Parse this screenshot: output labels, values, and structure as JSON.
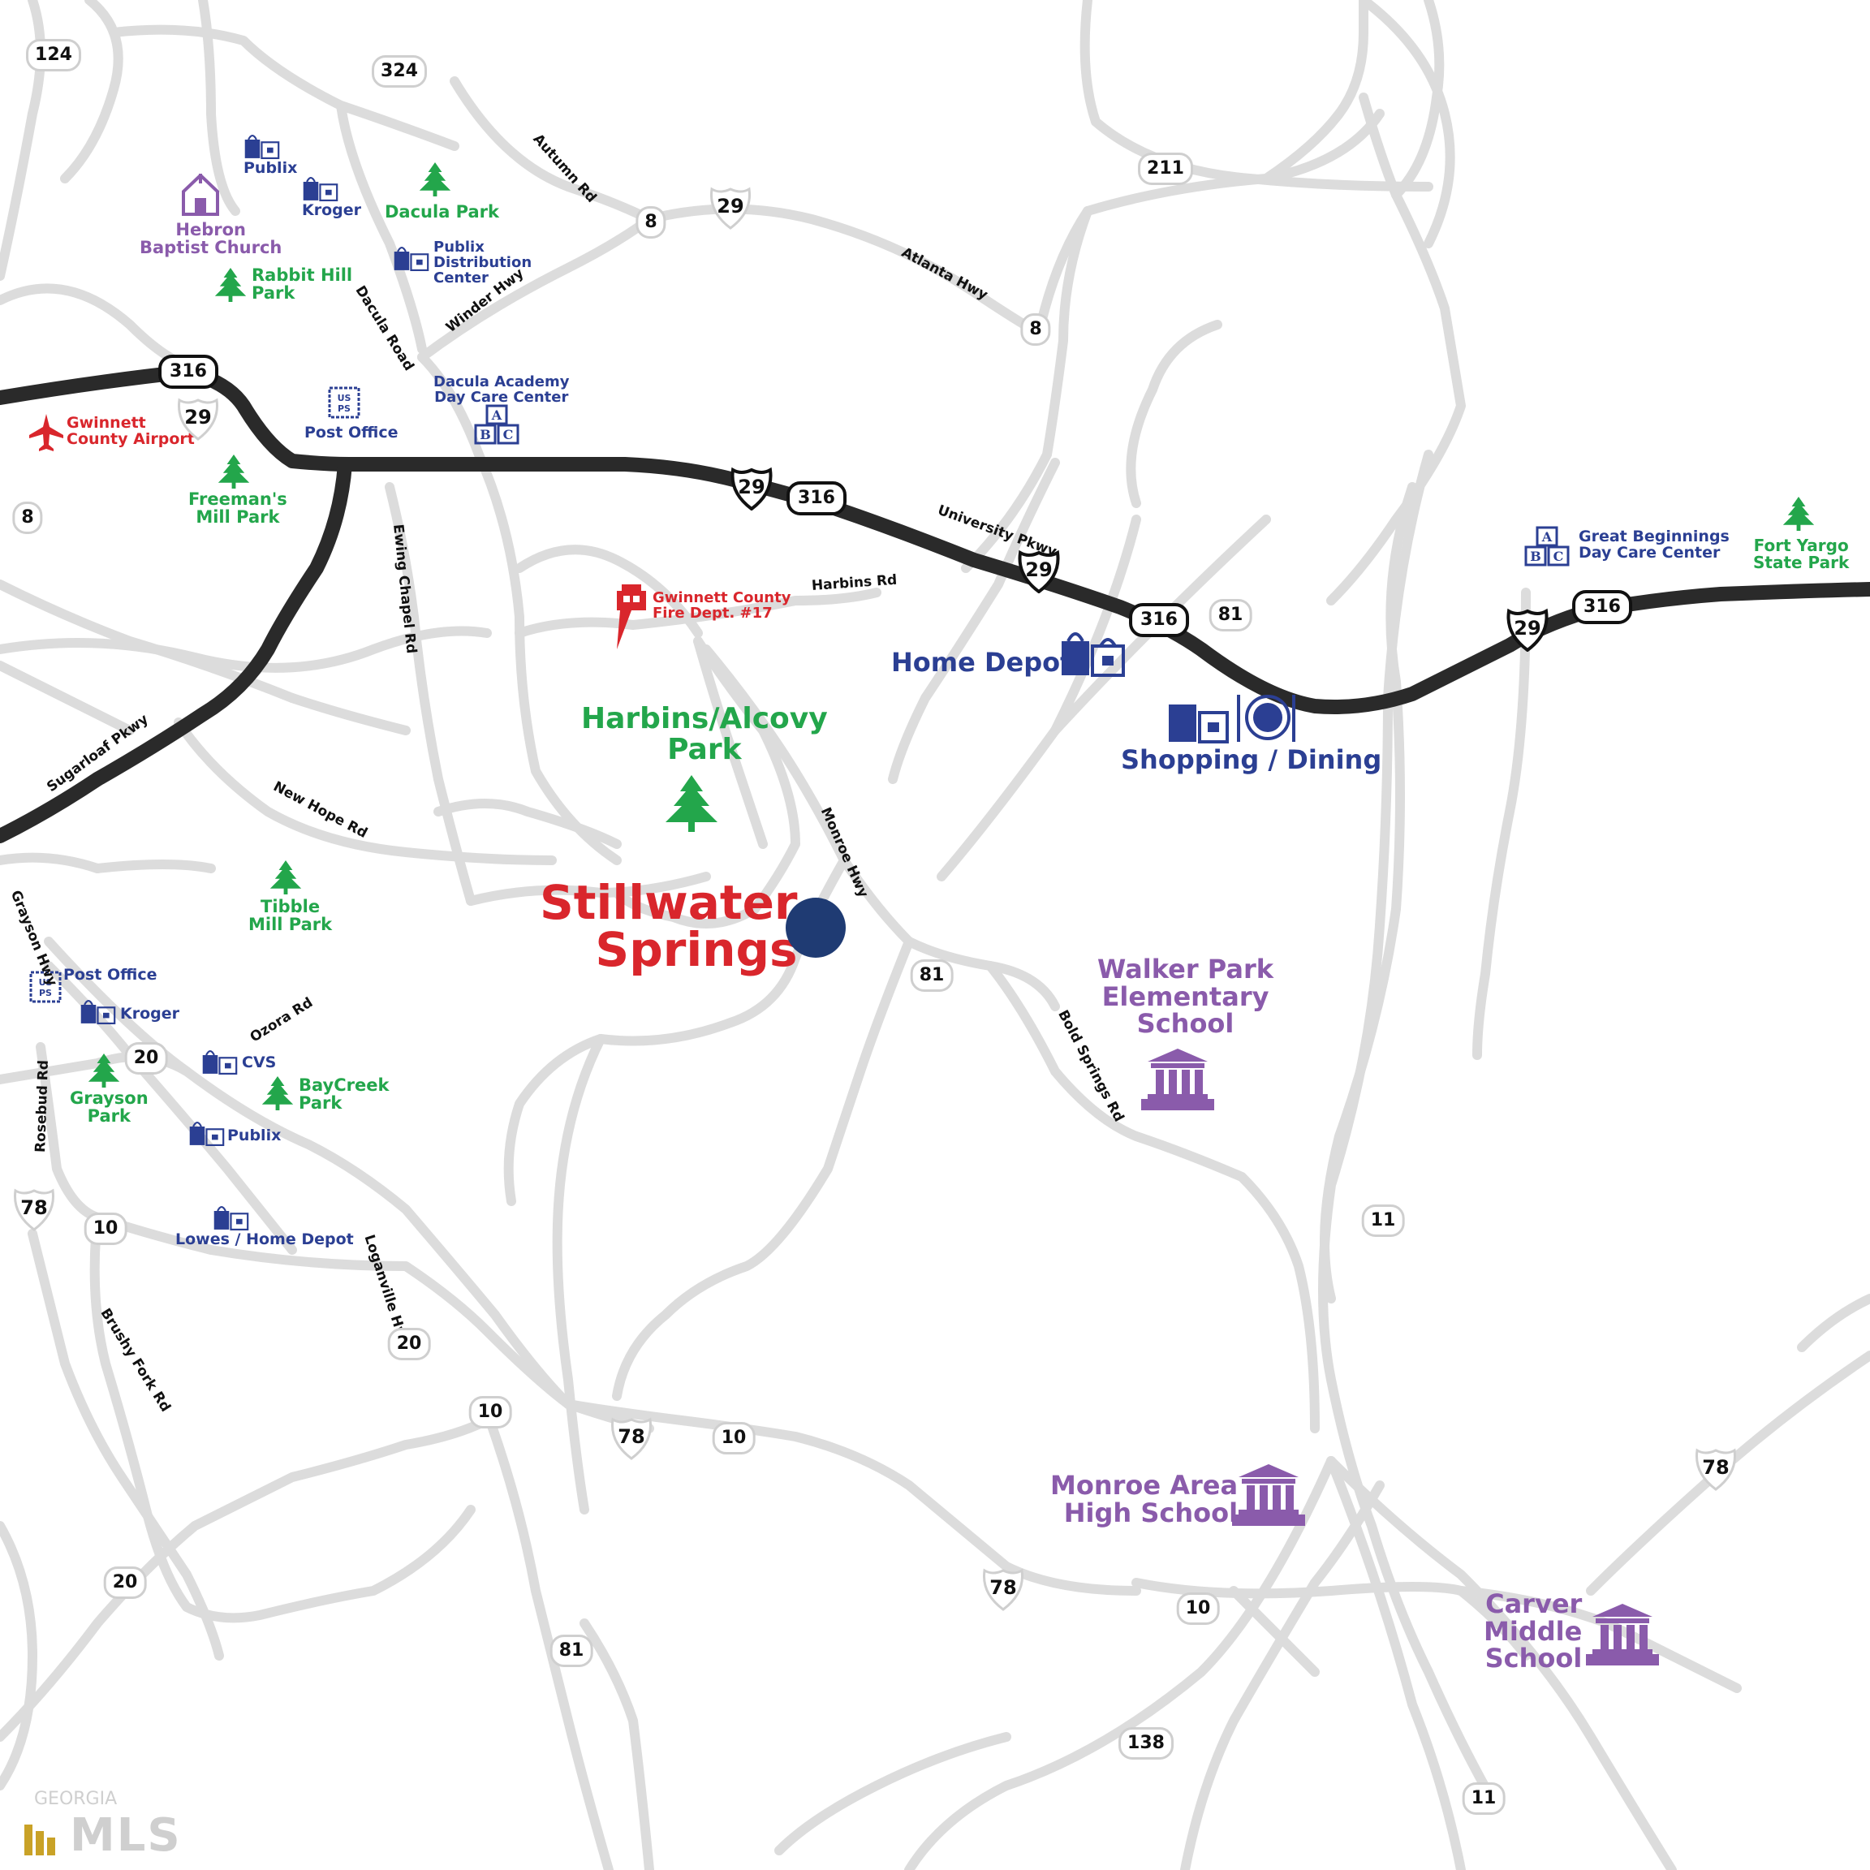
{
  "title": {
    "line1": "Stillwater",
    "line2": "Springs"
  },
  "colors": {
    "park": "#23a64b",
    "shop": "#2b3f93",
    "school": "#8a5bab",
    "highlight": "#d9262c",
    "marker": "#1f3b73",
    "road": "#dcdcdc",
    "highway": "#222222"
  },
  "places": {
    "hebron": "Hebron\nBaptist Church",
    "publix_top": "Publix",
    "kroger_top": "Kroger",
    "dacula_park": "Dacula Park",
    "publix_dist": "Publix\nDistribution\nCenter",
    "rabbit_hill": "Rabbit Hill\nPark",
    "post_office_top": "Post Office",
    "dacula_academy": "Dacula Academy\nDay Care Center",
    "gwinnett_airport": "Gwinnett\nCounty Airport",
    "freemans": "Freeman's\nMill Park",
    "fire_dept": "Gwinnett County\nFire Dept. #17",
    "harbins_park": "Harbins/Alcovy\nPark",
    "home_depot": "Home Depot",
    "shopping": "Shopping / Dining",
    "great_beginnings": "Great Beginnings\nDay Care Center",
    "fort_yargo": "Fort Yargo\nState Park",
    "tibble": "Tibble\nMill Park",
    "post_office_left": "Post Office",
    "kroger_left": "Kroger",
    "cvs": "CVS",
    "baycreek": "BayCreek\nPark",
    "grayson_park": "Grayson\nPark",
    "publix_left": "Publix",
    "lowes": "Lowes / Home Depot",
    "walker_park": "Walker Park\nElementary\nSchool",
    "monroe_high": "Monroe Area\nHigh School",
    "carver": "Carver\nMiddle\nSchool"
  },
  "road_names": {
    "autumn": "Autumn Rd",
    "atlanta": "Atlanta Hwy",
    "winder": "Winder Hwy",
    "dacula": "Dacula Road",
    "university": "University Pkwy",
    "ewing": "Ewing Chapel Rd",
    "harbins": "Harbins Rd",
    "sugarloaf": "Sugarloaf Pkwy",
    "new_hope": "New Hope Rd",
    "monroe_hwy": "Monroe Hwy",
    "grayson": "Grayson Hwy",
    "ozora": "Ozora Rd",
    "rosebud": "Rosebud Rd",
    "bold_springs": "Bold Springs Rd",
    "loganville": "Loganville Hwy",
    "brushy": "Brushy Fork Rd"
  },
  "shields": {
    "s124": "124",
    "s324": "324",
    "s211": "211",
    "s8a": "8",
    "s8b": "8",
    "s8c": "8",
    "s81a": "81",
    "s81b": "81",
    "s81c": "81",
    "s20a": "20",
    "s20b": "20",
    "s20c": "20",
    "s10a": "10",
    "s10b": "10",
    "s10c": "10",
    "s10d": "10",
    "s11a": "11",
    "s11b": "11",
    "s138": "138"
  },
  "us_shields": {
    "u29a": "29",
    "u29b": "29",
    "u29c": "29",
    "u29d": "29",
    "u29e": "29",
    "u78a": "78",
    "u78b": "78",
    "u78c": "78",
    "u78d": "78"
  },
  "interstate_shields": {
    "i316a": "316",
    "i316b": "316",
    "i316c": "316",
    "i316d": "316"
  },
  "icons": [
    "tree-icon",
    "shopping-bag-icon",
    "school-icon",
    "post-office-icon",
    "abc-blocks-icon",
    "airplane-icon",
    "fire-truck-icon",
    "church-icon",
    "dining-icon"
  ],
  "watermark": {
    "line1": "GEORGIA",
    "line2": "MLS"
  }
}
